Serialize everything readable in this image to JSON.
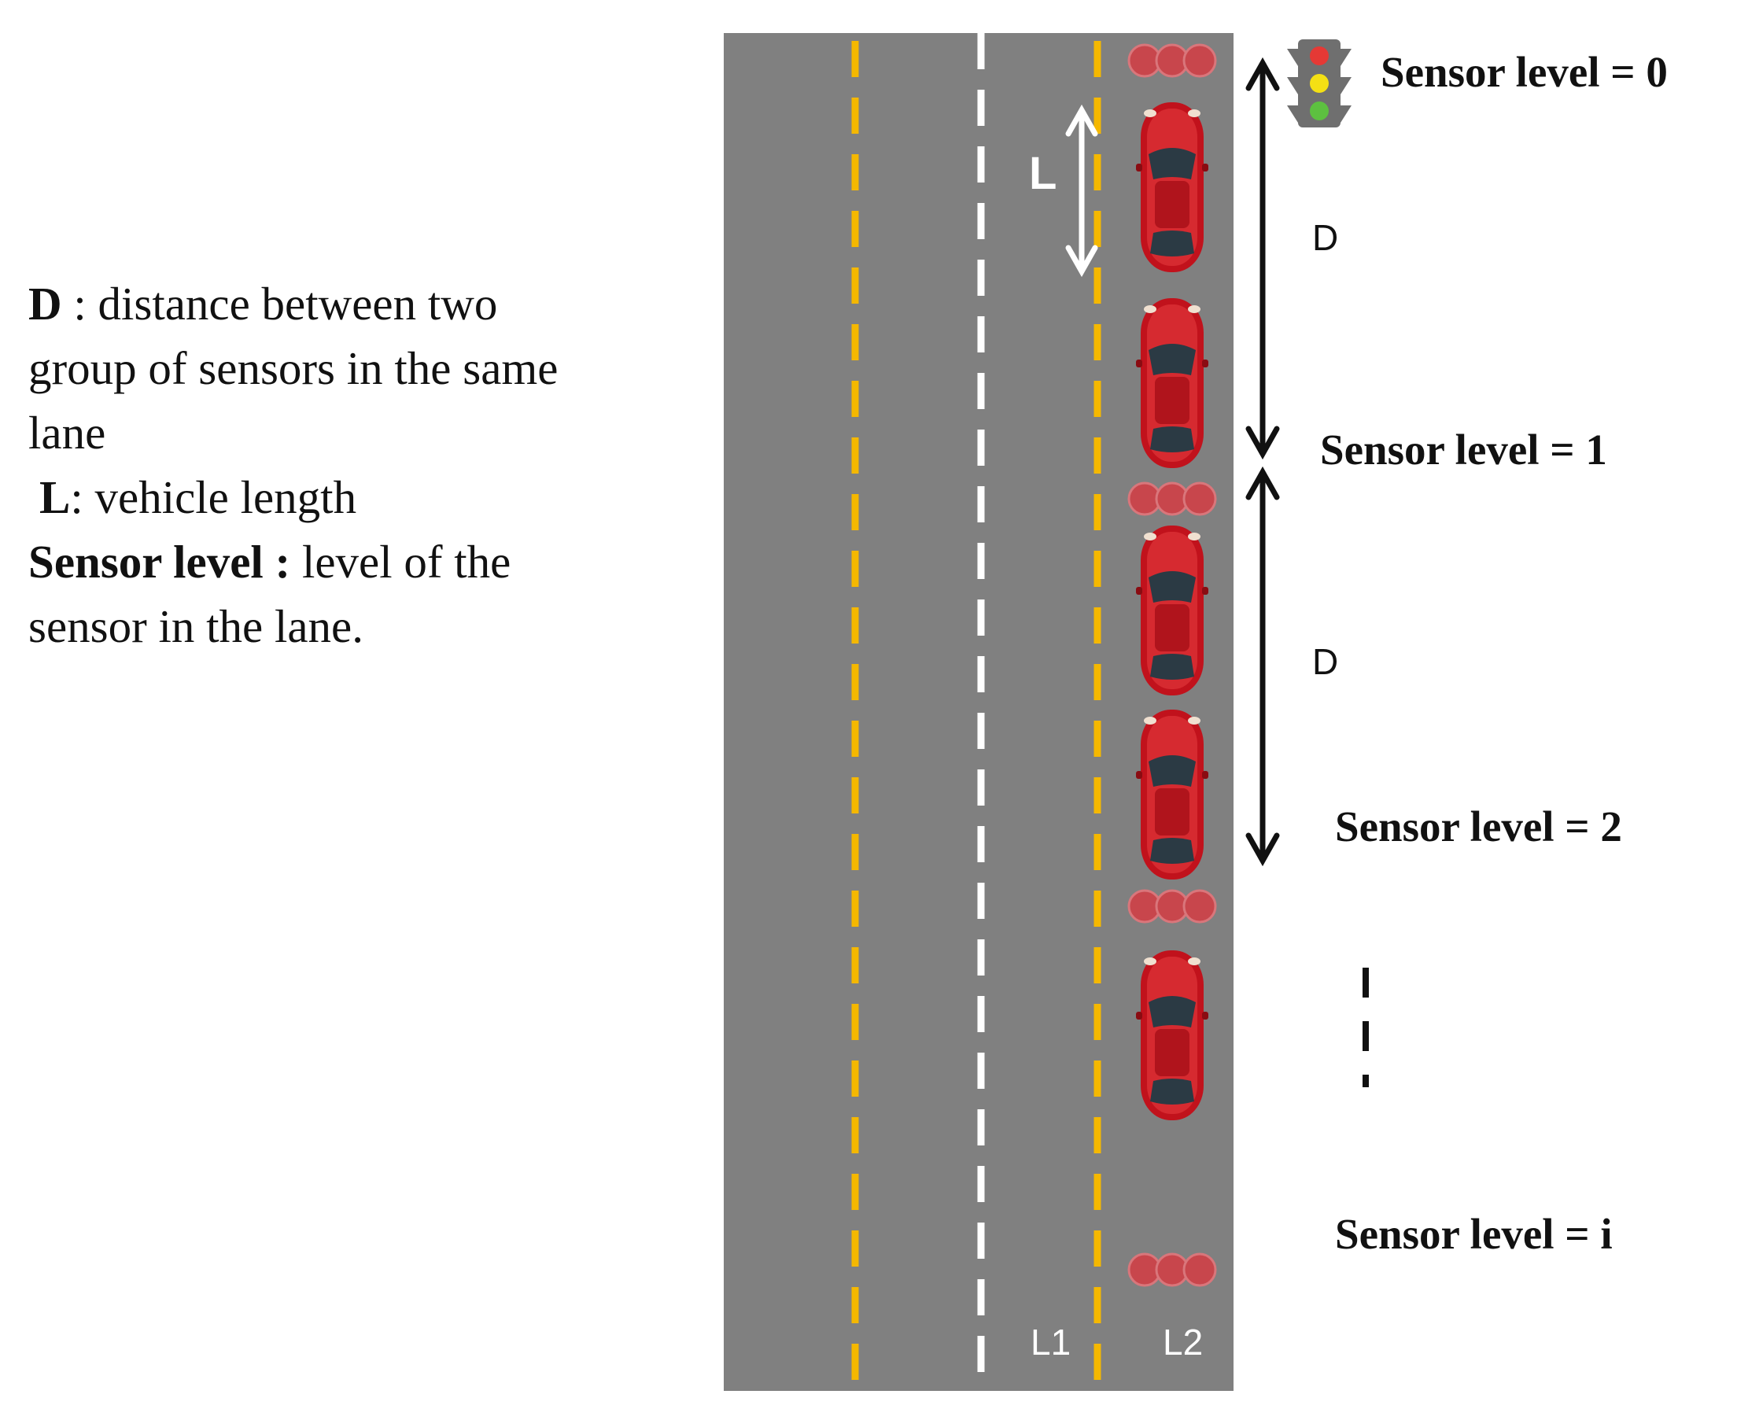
{
  "legend": {
    "d_term": "D",
    "d_def_1": " : distance between two",
    "d_def_2": "group of sensors in the same",
    "d_def_3": "lane",
    "l_term": "L",
    "l_def": ": vehicle length",
    "s_term": "Sensor level  :",
    "s_def_1": " level of the",
    "s_def_2": "sensor in the lane."
  },
  "road": {
    "lane_labels": [
      "L1",
      "L2"
    ],
    "vehicle_length_label": "L"
  },
  "sensor_levels": [
    "Sensor level = 0",
    "Sensor level = 1",
    "Sensor level = 2",
    "Sensor level = i"
  ],
  "distance_labels": [
    "D",
    "D"
  ],
  "colors": {
    "road": "#808080",
    "yellow_dash": "#f5b800",
    "white_dash": "#ffffff",
    "sensor": "#c8464c",
    "car_body": "#c1121c",
    "car_glass": "#2b3a44"
  },
  "icons": [
    "traffic-light-icon",
    "car-icon",
    "sensor-group-icon"
  ]
}
